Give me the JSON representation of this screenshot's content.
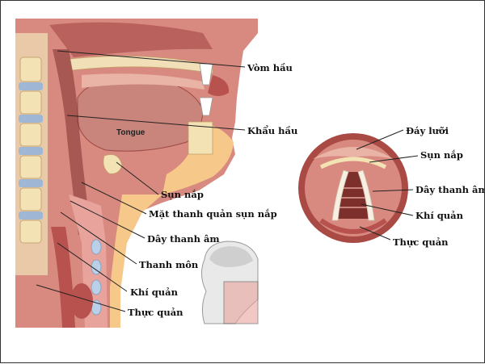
{
  "colors": {
    "flesh": "#d98a80",
    "flesh_dark": "#a94a45",
    "cavity": "#c9847c",
    "fat": "#f6c98a",
    "bone": "#f3e2b4",
    "disc": "#9fb7d4",
    "line": "#222222"
  },
  "sagittal": {
    "tongue_label": "Tongue",
    "labels": [
      {
        "id": "nasopharynx",
        "text": "Vòm hầu"
      },
      {
        "id": "oropharynx",
        "text": "Khẩu hầu"
      },
      {
        "id": "epiglottis",
        "text": "Sụn nắp"
      },
      {
        "id": "laryngeal-surface",
        "text": "Mặt thanh quản sụn nắp"
      },
      {
        "id": "vocal-cords",
        "text": "Dây thanh âm"
      },
      {
        "id": "glottis",
        "text": "Thanh môn"
      },
      {
        "id": "trachea",
        "text": "Khí quản"
      },
      {
        "id": "esophagus",
        "text": "Thực quản"
      }
    ]
  },
  "larynx_view": {
    "labels": [
      {
        "id": "tongue-base",
        "text": "Đáy lưỡi"
      },
      {
        "id": "epiglottis",
        "text": "Sụn nắp"
      },
      {
        "id": "vocal-cords",
        "text": "Dây thanh âm"
      },
      {
        "id": "trachea",
        "text": "Khí quản"
      },
      {
        "id": "esophagus",
        "text": "Thực quản"
      }
    ]
  }
}
